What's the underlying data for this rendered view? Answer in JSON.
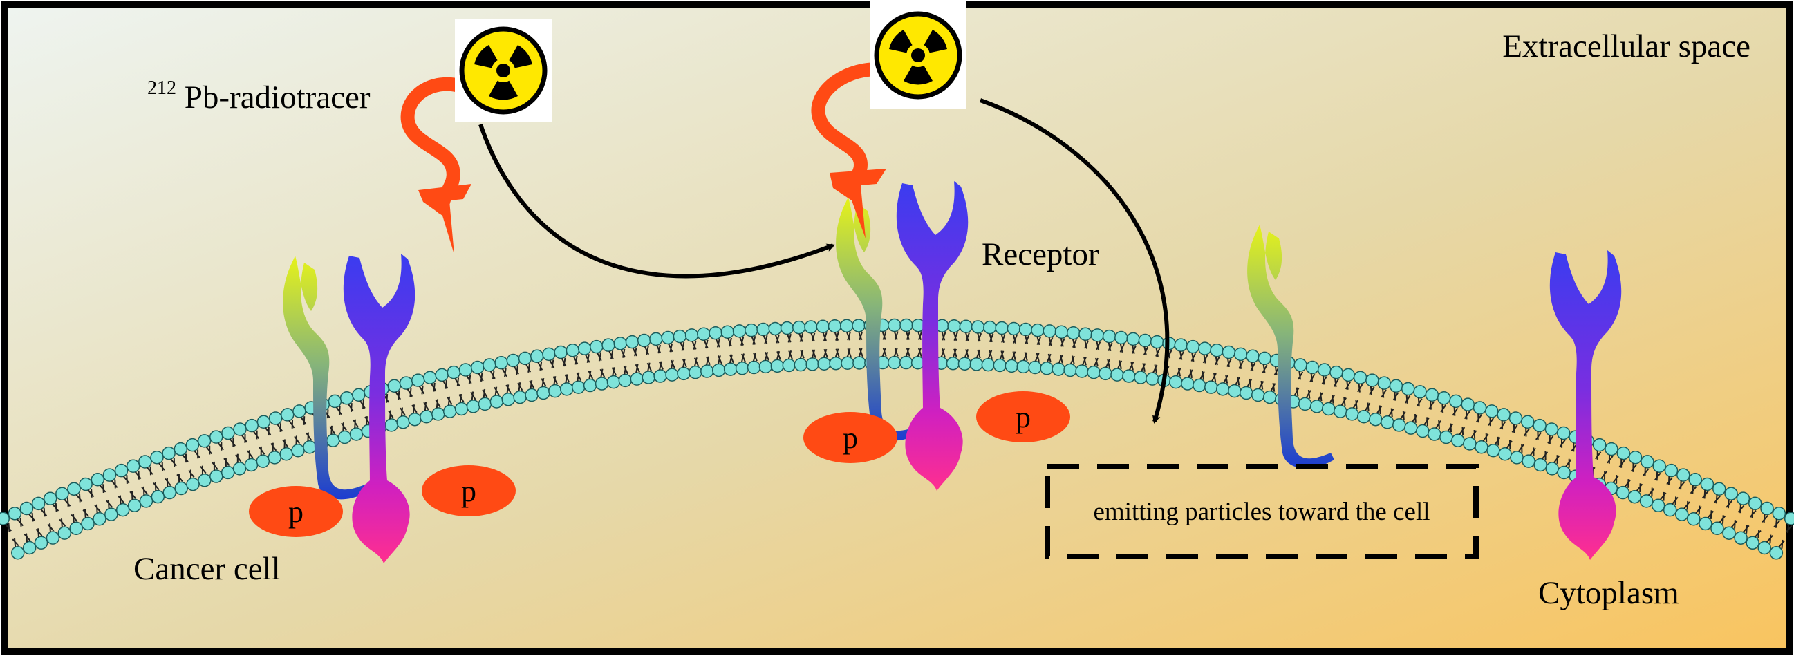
{
  "labels": {
    "radiotracer_sup": "212",
    "radiotracer_main": "Pb-radiotracer",
    "extracellular": "Extracellular space",
    "receptor": "Receptor",
    "cancer_cell": "Cancer cell",
    "cytoplasm": "Cytoplasm",
    "emitting": "emitting particles toward the cell",
    "phospho": "p"
  },
  "icons": {
    "radiation": "radiation-hazard-icon"
  },
  "colors": {
    "frame": "#000000",
    "background_light": "#eef3ef",
    "background_dark": "#f7c86e",
    "lipid_head": "#7fe3da",
    "ligand": "#ff4a14",
    "phospho": "#ff4a14",
    "radiation_yellow": "#ffe800"
  }
}
